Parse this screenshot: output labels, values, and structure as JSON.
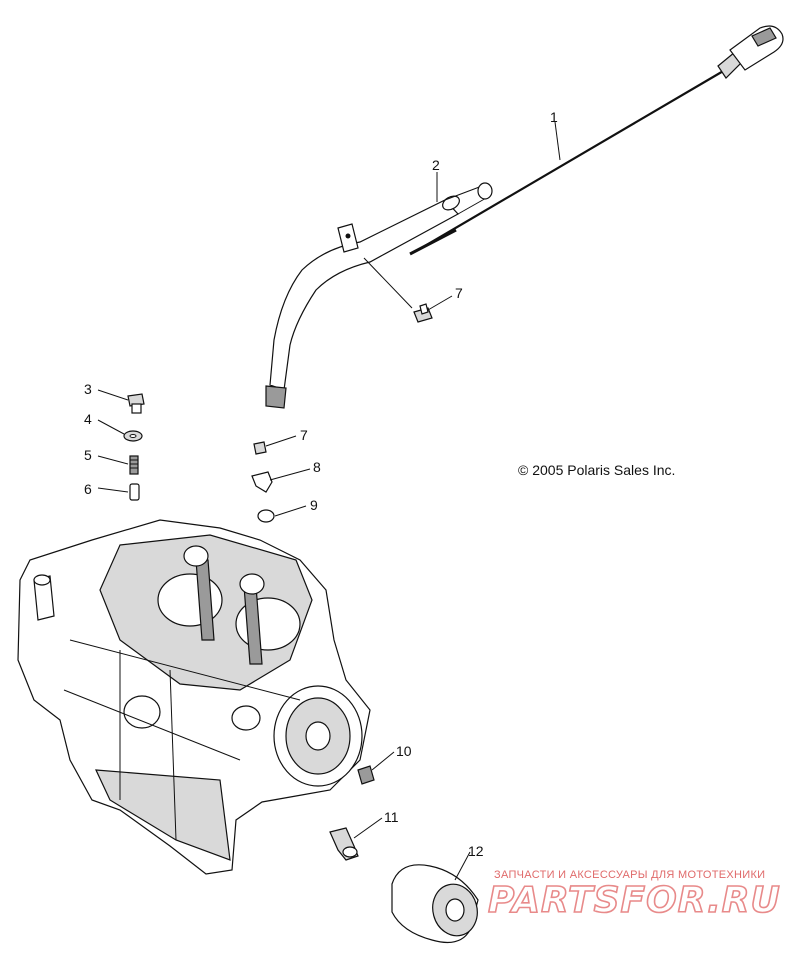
{
  "callouts": [
    {
      "id": "1",
      "label": "1"
    },
    {
      "id": "2",
      "label": "2"
    },
    {
      "id": "3",
      "label": "3"
    },
    {
      "id": "4",
      "label": "4"
    },
    {
      "id": "5",
      "label": "5"
    },
    {
      "id": "6",
      "label": "6"
    },
    {
      "id": "7a",
      "label": "7"
    },
    {
      "id": "7b",
      "label": "7"
    },
    {
      "id": "8",
      "label": "8"
    },
    {
      "id": "9",
      "label": "9"
    },
    {
      "id": "10",
      "label": "10"
    },
    {
      "id": "11",
      "label": "11"
    },
    {
      "id": "12",
      "label": "12"
    }
  ],
  "copyright": "© 2005 Polaris Sales Inc.",
  "watermark": {
    "tagline": "ЗАПЧАСТИ И АКСЕССУАРЫ ДЛЯ МОТОТЕХНИКИ",
    "logo_text": "PARTSFOR.RU",
    "color": "#e06a6a"
  }
}
